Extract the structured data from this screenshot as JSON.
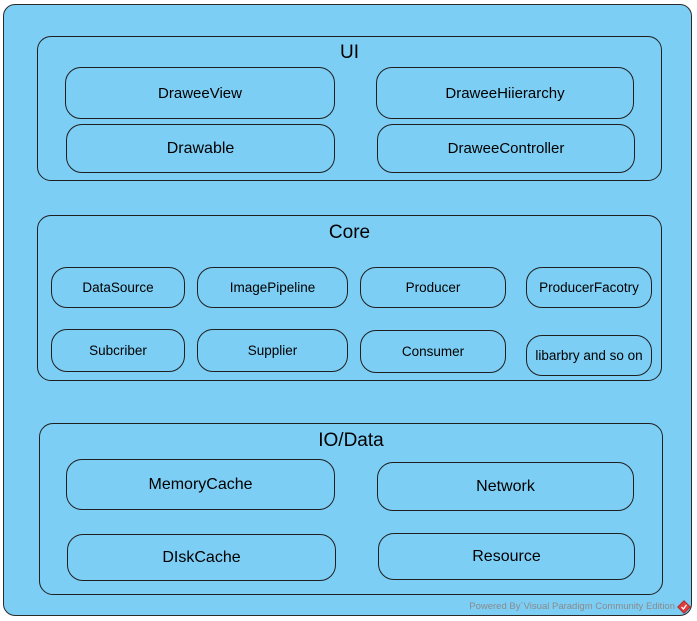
{
  "groups": {
    "ui": {
      "title": "UI",
      "nodes": [
        "DraweeView",
        "DraweeHiierarchy",
        "Drawable",
        "DraweeController"
      ]
    },
    "core": {
      "title": "Core",
      "nodes": [
        "DataSource",
        "ImagePipeline",
        "Producer",
        "ProducerFacotry",
        "Subcriber",
        "Supplier",
        "Consumer",
        "libarbry and so on"
      ]
    },
    "io": {
      "title": "IO/Data",
      "nodes": [
        "MemoryCache",
        "Network",
        "DIskCache",
        "Resource"
      ]
    }
  },
  "footer": {
    "text": "Powered By´Visual Paradigm Community Edition",
    "icon": "visual-paradigm-logo-icon"
  },
  "colors": {
    "fill": "#7dcef5",
    "stroke": "#1f1f1f",
    "footer_text": "#8a8a8a",
    "logo": "#e03c3c"
  }
}
